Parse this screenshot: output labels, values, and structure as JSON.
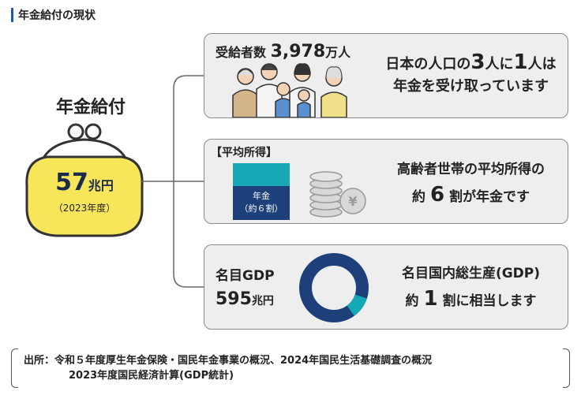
{
  "header": {
    "title": "年金給付の現状"
  },
  "left": {
    "label": "年金給付",
    "amount": "57",
    "amount_unit": "兆円",
    "year": "（2023年度）"
  },
  "panel1": {
    "title_pre": "受給者数 ",
    "title_num": "3,978",
    "title_unit": "万人",
    "msg_pre": "日本の人口の",
    "msg_num1": "3",
    "msg_mid": "人に",
    "msg_num2": "1",
    "msg_post": "人は",
    "msg_line2": "年金を受け取っています"
  },
  "panel2": {
    "title": "【平均所得】",
    "bar_label_1": "年金",
    "bar_label_2": "（約６割）",
    "pension_share": 0.6,
    "msg_line1": "高齢者世帯の平均所得の",
    "msg_pre": "約 ",
    "msg_num": "6",
    "msg_post": " 割が年金です",
    "coin_symbol": "¥"
  },
  "panel3": {
    "label": "名目GDP",
    "amount": "595",
    "amount_unit": "兆円",
    "msg_line1": "名目国内総生産(GDP)",
    "msg_pre": "約 ",
    "msg_num": "1",
    "msg_post": " 割に相当します",
    "pension_share": 0.1
  },
  "source": {
    "line1": "出所：令和５年度厚生年金保険・国民年金事業の概況、2024年国民生活基礎調査の概況",
    "line2": "2023年度国民経済計算(GDP統計)"
  },
  "colors": {
    "navy": "#1d3f7a",
    "teal": "#17a8b5",
    "purse_yellow": "#f7e55a",
    "panel_bg": "#eeeeee",
    "accent_bar": "#1f5c99"
  }
}
